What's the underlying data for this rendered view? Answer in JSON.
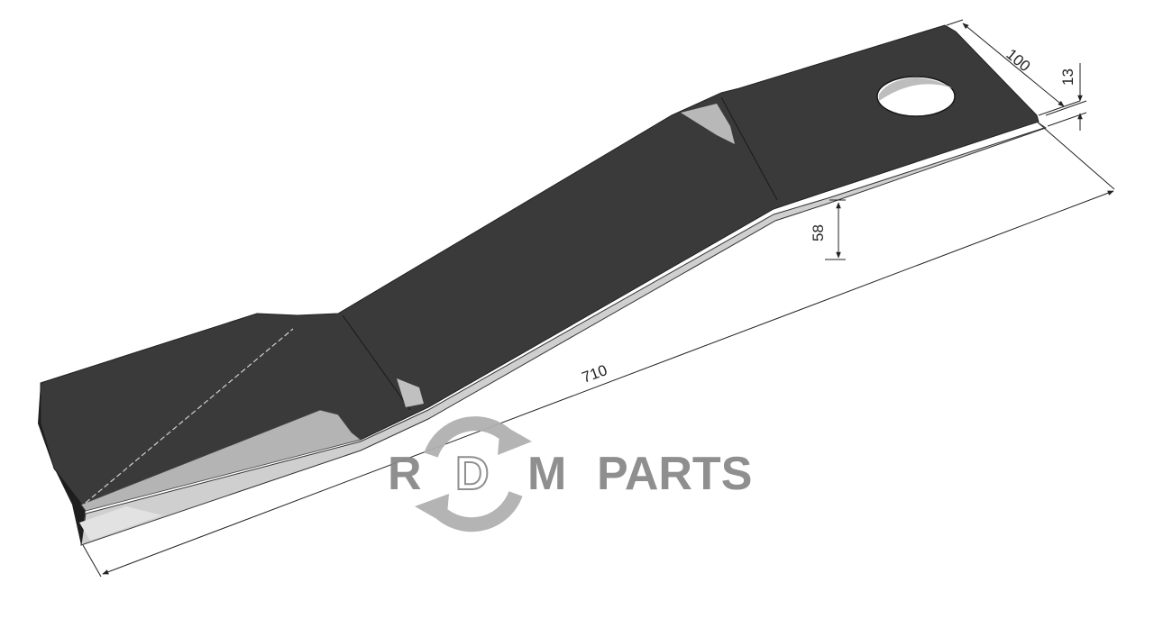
{
  "dimensions": {
    "length": "710",
    "width": "100",
    "thickness": "13",
    "offset": "58"
  },
  "logo": {
    "letter_r": "R",
    "letter_d": "D",
    "letter_m": "M",
    "word": "PARTS",
    "color": "#8a8a8a",
    "arrow_color": "#b0b0b0"
  },
  "colors": {
    "blade_top": "#3a3a3a",
    "blade_edge": "#d8d8d8",
    "blade_ground": "#9a9a9a",
    "dimension_line": "#222222"
  }
}
